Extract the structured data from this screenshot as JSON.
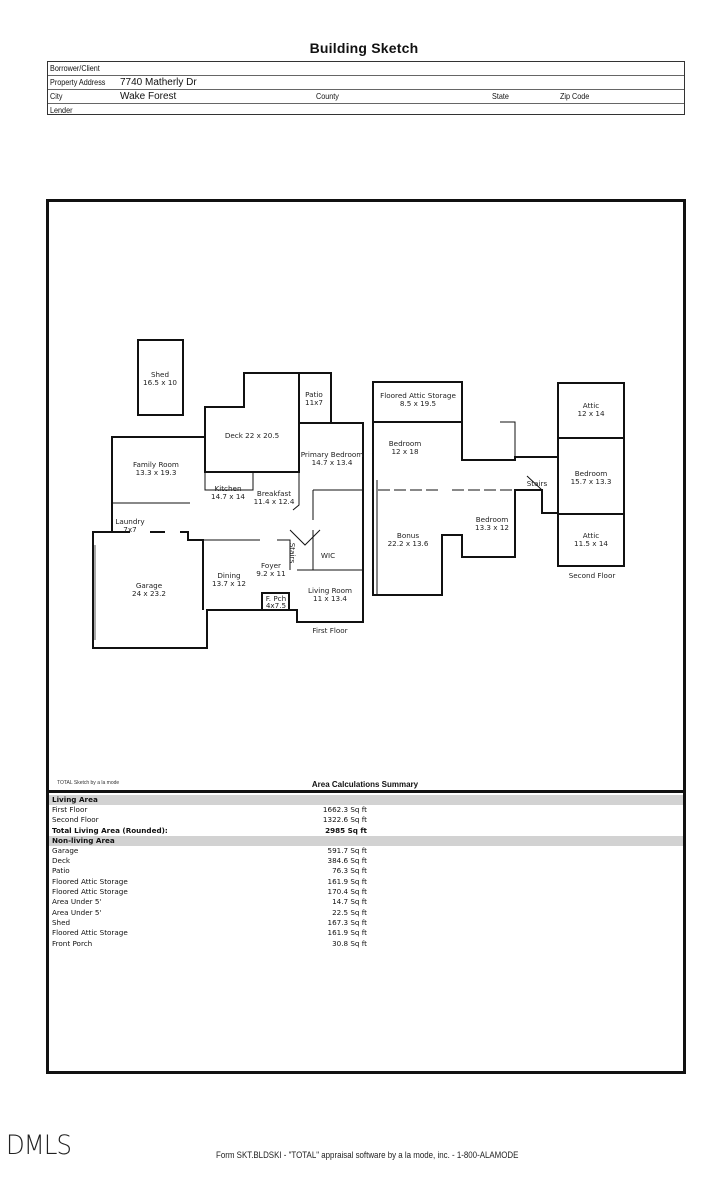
{
  "title": "Building Sketch",
  "header": {
    "borrower_label": "Borrower/Client",
    "borrower_value": "",
    "address_label": "Property Address",
    "address_value": "7740 Matherly Dr",
    "city_label": "City",
    "city_value": "Wake Forest",
    "county_label": "County",
    "county_value": "",
    "state_label": "State",
    "state_value": "",
    "zip_label": "Zip Code",
    "zip_value": "",
    "lender_label": "Lender",
    "lender_value": ""
  },
  "sketch": {
    "first_floor_label": "First Floor",
    "second_floor_label": "Second Floor",
    "rooms": {
      "shed": {
        "name": "Shed",
        "dims": "16.5 x 10"
      },
      "patio": {
        "name": "Patio",
        "dims": "11x7"
      },
      "deck": {
        "name": "Deck 22 x 20.5"
      },
      "family_room": {
        "name": "Family Room",
        "dims": "13.3 x 19.3"
      },
      "primary_bedroom": {
        "name": "Primary Bedroom",
        "dims": "14.7 x 13.4"
      },
      "kitchen": {
        "name": "Kitchen",
        "dims": "14.7 x 14"
      },
      "breakfast": {
        "name": "Breakfast",
        "dims": "11.4 x 12.4"
      },
      "laundry": {
        "name": "Laundry",
        "dims": "7x7"
      },
      "garage": {
        "name": "Garage",
        "dims": "24 x 23.2"
      },
      "dining": {
        "name": "Dining",
        "dims": "13.7 x 12"
      },
      "foyer": {
        "name": "Foyer",
        "dims": "9.2 x 11"
      },
      "stairs1": {
        "name": "Stairs"
      },
      "wic": {
        "name": "WIC"
      },
      "living_room": {
        "name": "Living Room",
        "dims": "11 x 13.4"
      },
      "front_porch": {
        "name": "F. Pch",
        "dims": "4x7.5"
      },
      "floored_attic": {
        "name": "Floored Attic Storage",
        "dims": "8.5 x 19.5"
      },
      "bedroom_a": {
        "name": "Bedroom",
        "dims": "12 x 18"
      },
      "bonus": {
        "name": "Bonus",
        "dims": "22.2 x 13.6"
      },
      "bedroom_b": {
        "name": "Bedroom",
        "dims": "13.3 x 12"
      },
      "stairs2": {
        "name": "Stairs"
      },
      "attic_top": {
        "name": "Attic",
        "dims": "12 x 14"
      },
      "bedroom_c": {
        "name": "Bedroom",
        "dims": "15.7 x 13.3"
      },
      "attic_bottom": {
        "name": "Attic",
        "dims": "11.5 x 14"
      }
    }
  },
  "credit": "TOTAL Sketch by a la mode",
  "area_summary": {
    "title": "Area Calculations Summary",
    "living_header": "Living Area",
    "living": [
      {
        "label": "First Floor",
        "value": "1662.3 Sq ft"
      },
      {
        "label": "Second Floor",
        "value": "1322.6 Sq ft"
      }
    ],
    "total_label": "Total Living Area (Rounded):",
    "total_value": "2985 Sq ft",
    "nonliving_header": "Non-living Area",
    "nonliving": [
      {
        "label": "Garage",
        "value": "591.7 Sq ft"
      },
      {
        "label": "Deck",
        "value": "384.6 Sq ft"
      },
      {
        "label": "Patio",
        "value": "76.3 Sq ft"
      },
      {
        "label": "Floored Attic Storage",
        "value": "161.9 Sq ft"
      },
      {
        "label": "Floored Attic Storage",
        "value": "170.4 Sq ft"
      },
      {
        "label": "Area Under 5'",
        "value": "14.7 Sq ft"
      },
      {
        "label": "Area Under 5'",
        "value": "22.5 Sq ft"
      },
      {
        "label": "Shed",
        "value": "167.3 Sq ft"
      },
      {
        "label": "Floored Attic Storage",
        "value": "161.9 Sq ft"
      },
      {
        "label": "Front Porch",
        "value": "30.8 Sq ft"
      }
    ]
  },
  "logo": "DMLS",
  "footer": "Form SKT.BLDSKI - \"TOTAL\" appraisal software by a la mode, inc. - 1-800-ALAMODE"
}
